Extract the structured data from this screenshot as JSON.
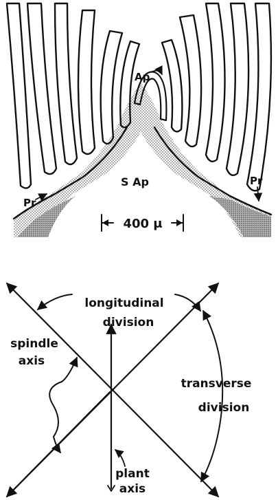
{
  "top_panel": {
    "label_apex": "Ap",
    "label_shoot_apex": "S Ap",
    "label_left_primordium": "Pr",
    "label_right_primordium": "Pr",
    "scale_bar_text": "400 μ"
  },
  "bottom_panel": {
    "label_longitudinal_1": "longitudinal",
    "label_longitudinal_2": "division",
    "label_spindle_1": "spindle",
    "label_spindle_2": "axis",
    "label_transverse_1": "transverse",
    "label_transverse_2": "division",
    "label_plant_1": "plant",
    "label_plant_2": "axis"
  },
  "colors": {
    "ink": "#111111",
    "stipple": "#8a8a8a",
    "background": "#ffffff"
  }
}
